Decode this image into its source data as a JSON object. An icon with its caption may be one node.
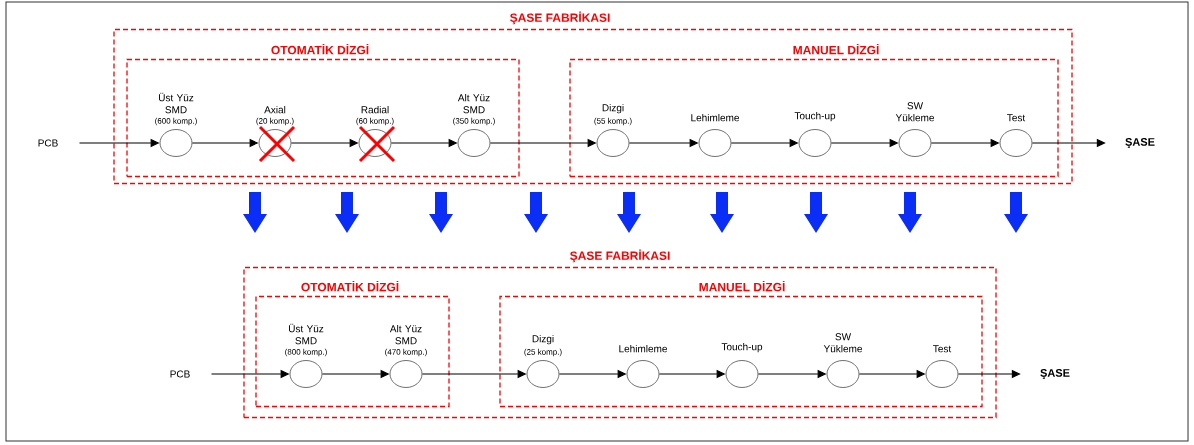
{
  "diagram": {
    "nodes": [
      {
        "text": [
          "ŞASE FABRİKASI"
        ]
      },
      {
        "text": [
          "OTOMATİK DİZGİ"
        ],
        "in": 0
      },
      {
        "text": [
          "MANUEL DİZGİ"
        ],
        "in": 0
      },
      {
        "text": [
          "PCB"
        ]
      },
      {
        "text": [
          "Üst Yüz SMD",
          "(600 komp.)"
        ],
        "in": 1
      },
      {
        "text": [
          "Axial",
          "(20 komp.)"
        ],
        "in": 1
      },
      {
        "text": [
          "Radial",
          "(60 komp.)"
        ],
        "in": 1
      },
      {
        "text": [
          "Alt Yüz SMD",
          "(350 komp.)"
        ],
        "in": 1
      },
      {
        "text": [
          "Dizgi",
          "(55 komp.)"
        ],
        "in": 2
      },
      {
        "text": [
          "Lehimleme"
        ],
        "in": 2
      },
      {
        "text": [
          "Touch-up"
        ],
        "in": 2
      },
      {
        "text": [
          "SW Yükleme"
        ],
        "in": 2
      },
      {
        "text": [
          "Test"
        ],
        "in": 2
      },
      {
        "text": [
          "ŞASE"
        ]
      },
      {
        "text": [
          "ŞASE FABRİKASI"
        ]
      },
      {
        "text": [
          "OTOMATİK DİZGİ"
        ],
        "in": 14
      },
      {
        "text": [
          "MANUEL DİZGİ"
        ],
        "in": 14
      },
      {
        "text": [
          "PCB"
        ]
      },
      {
        "text": [
          "Üst Yüz SMD",
          "(800 komp.)"
        ],
        "in": 15
      },
      {
        "text": [
          "Alt Yüz SMD",
          "(470 komp.)"
        ],
        "in": 15
      },
      {
        "text": [
          "Dizgi",
          "(25 komp.)"
        ],
        "in": 16
      },
      {
        "text": [
          "Lehimleme"
        ],
        "in": 16
      },
      {
        "text": [
          "Touch-up"
        ],
        "in": 16
      },
      {
        "text": [
          "SW Yükleme"
        ],
        "in": 16
      },
      {
        "text": [
          "Test"
        ],
        "in": 16
      },
      {
        "text": [
          "ŞASE"
        ]
      }
    ],
    "edges": [
      {
        "from": 3,
        "to": 4,
        "arrow": "to"
      },
      {
        "from": 4,
        "to": 5,
        "arrow": "to"
      },
      {
        "from": 5,
        "to": 6,
        "arrow": "to"
      },
      {
        "from": 6,
        "to": 7,
        "arrow": "to"
      },
      {
        "from": 7,
        "to": 8,
        "arrow": "to"
      },
      {
        "from": 8,
        "to": 9,
        "arrow": "to"
      },
      {
        "from": 9,
        "to": 10,
        "arrow": "to"
      },
      {
        "from": 10,
        "to": 11,
        "arrow": "to"
      },
      {
        "from": 11,
        "to": 12,
        "arrow": "to"
      },
      {
        "from": 12,
        "to": 13,
        "arrow": "to"
      },
      {
        "from": 17,
        "to": 18,
        "arrow": "to"
      },
      {
        "from": 18,
        "to": 19,
        "arrow": "to"
      },
      {
        "from": 19,
        "to": 20,
        "arrow": "to"
      },
      {
        "from": 20,
        "to": 21,
        "arrow": "to"
      },
      {
        "from": 21,
        "to": 22,
        "arrow": "to"
      },
      {
        "from": 22,
        "to": 23,
        "arrow": "to"
      },
      {
        "from": 23,
        "to": 24,
        "arrow": "to"
      },
      {
        "from": 24,
        "to": 25,
        "arrow": "to"
      }
    ]
  }
}
